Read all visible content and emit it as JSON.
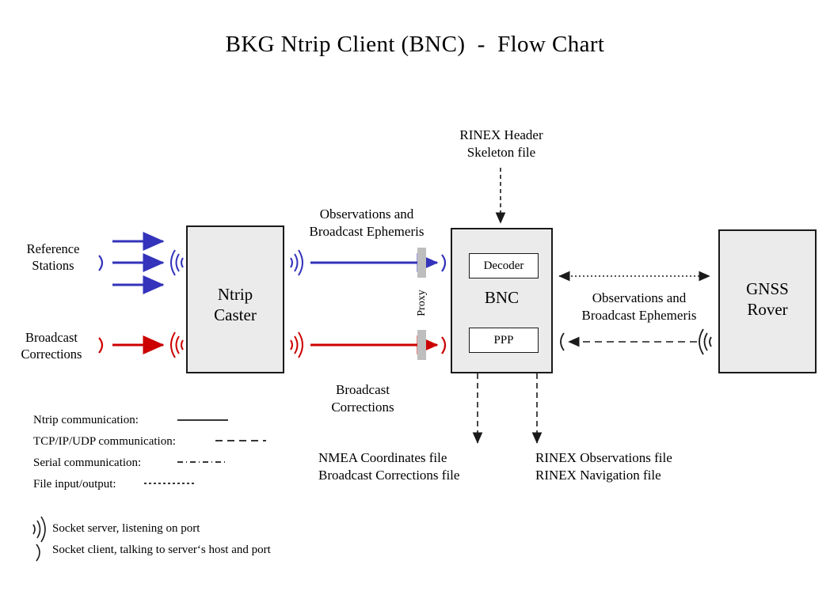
{
  "title": "BKG Ntrip Client (BNC)  -  Flow Chart",
  "nodes": {
    "ntrip_caster": "Ntrip\nCaster",
    "bnc": "BNC",
    "gnss_rover": "GNSS\nRover",
    "decoder": "Decoder",
    "ppp": "PPP"
  },
  "labels": {
    "reference_stations": "Reference\nStations",
    "broadcast_corrections_src": "Broadcast\nCorrections",
    "observations_and_ephemeris_left": "Observations and\nBroadcast Ephemeris",
    "broadcast_corrections_mid": "Broadcast\nCorrections",
    "rinex_header_skeleton": "RINEX Header\nSkeleton file",
    "observations_and_ephemeris_right": "Observations and\nBroadcast Ephemeris",
    "proxy": "Proxy",
    "nmea_output": "NMEA Coordinates file\nBroadcast Corrections file",
    "rinex_output": "RINEX Observations file\nRINEX Navigation file"
  },
  "legend": {
    "lines": [
      {
        "label": "Ntrip communication:",
        "style": "solid"
      },
      {
        "label": "TCP/IP/UDP communication:",
        "style": "dashed"
      },
      {
        "label": "Serial communication:",
        "style": "dash-dot"
      },
      {
        "label": "File input/output:",
        "style": "dotted"
      }
    ],
    "sockets": [
      {
        "glyph": "socket-server-icon",
        "label": "Socket server, listening on port"
      },
      {
        "glyph": "socket-client-icon",
        "label": "Socket client, talking to server‘s host and port"
      }
    ]
  },
  "colors": {
    "blue": "#3333BB",
    "red": "#CC0000",
    "black": "#1a1a1a",
    "box_fill": "#EBEBEB",
    "proxy_bar": "#BEBEBE"
  }
}
